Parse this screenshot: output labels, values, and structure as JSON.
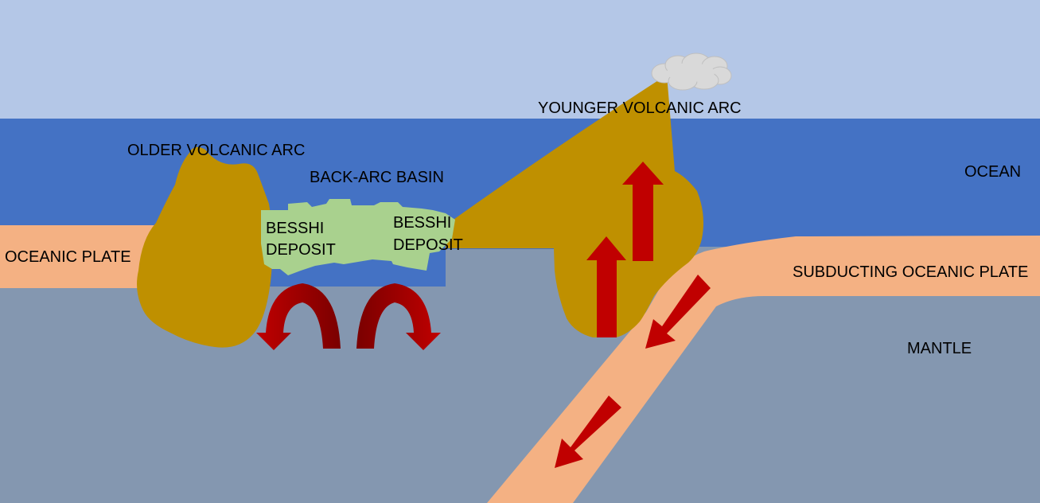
{
  "labels": {
    "older_volcanic_arc": "OLDER VOLCANIC ARC",
    "younger_volcanic_arc": "YOUNGER VOLCANIC ARC",
    "back_arc_basin": "BACK-ARC BASIN",
    "ocean": "OCEAN",
    "oceanic_plate": "OCEANIC PLATE",
    "subducting_oceanic_plate": "SUBDUCTING OCEANIC PLATE",
    "mantle": "MANTLE",
    "besshi_deposit_left": {
      "line1": "BESSHI",
      "line2": "DEPOSIT"
    },
    "besshi_deposit_right": {
      "line1": "BESSHI",
      "line2": "DEPOSIT"
    }
  },
  "colors": {
    "sky": "#b4c7e7",
    "ocean": "#4472c4",
    "mantle": "#8497b0",
    "plate": "#f4b183",
    "volcanic_rock": "#bf9000",
    "besshi_deposit": "#a9d18e",
    "arrow": "#c00000",
    "arrow_dark": "#8b0000",
    "eruption_cloud": "#d9d9d9"
  }
}
